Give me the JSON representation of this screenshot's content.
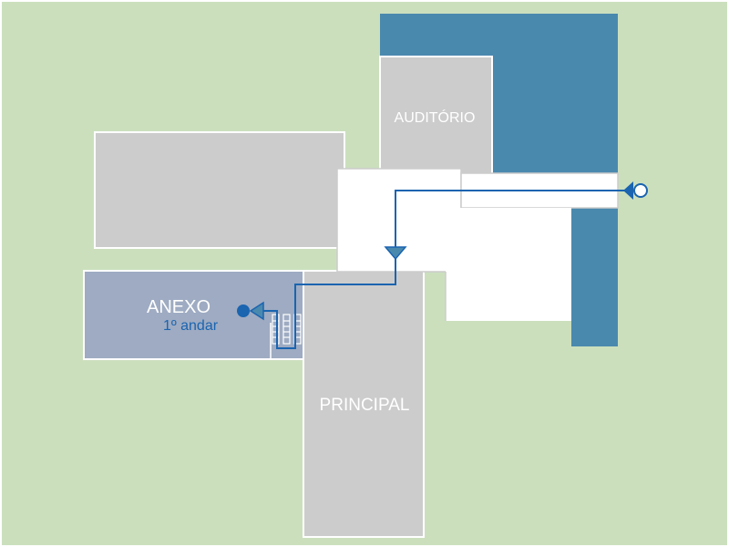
{
  "map": {
    "buildings": {
      "auditorio": "AUDITÓRIO",
      "anexo": "ANEXO",
      "anexo_floor": "1º andar",
      "principal": "PRINCIPAL"
    },
    "colors": {
      "ground": "#cbdfbd",
      "building": "#cccccc",
      "courtyard": "#ffffff",
      "highlight_block": "#4a89ae",
      "anexo": "#9eabc2",
      "route": "#1a64b0"
    },
    "route": {
      "start_icon": "circle-start-icon",
      "end_icon": "dot-end-icon",
      "direction_icon": "arrow-triangle-icon",
      "stairs_icon": "stairs-icon"
    }
  }
}
